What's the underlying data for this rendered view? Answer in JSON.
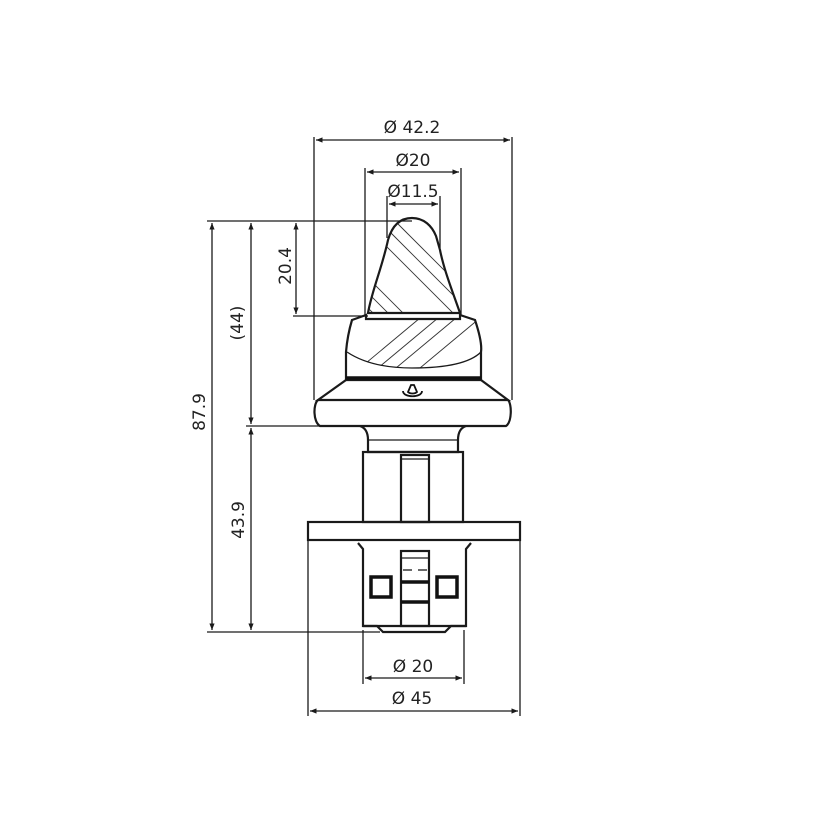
{
  "drawing": {
    "title": "Rotary cutter pick technical drawing",
    "colors": {
      "background": "#ffffff",
      "line": "#1a1a1a"
    },
    "dimensions": {
      "top_outer_diameter": "Ø 42.2",
      "top_mid_diameter": "Ø20",
      "tip_diameter": "Ø11.5",
      "tip_height": "20.4",
      "head_height": "(44)",
      "total_height": "87.9",
      "shank_height": "43.9",
      "shank_diameter": "Ø 20",
      "flange_diameter": "Ø 45"
    }
  }
}
